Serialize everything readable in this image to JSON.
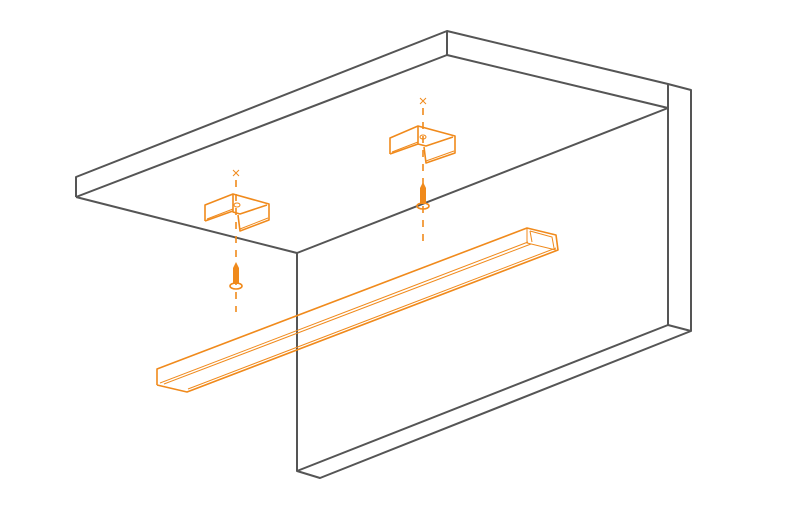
{
  "diagram": {
    "colors": {
      "cabinet": "#555555",
      "parts": "#f08a1c",
      "background": "#ffffff"
    },
    "parts": [
      "cabinet",
      "mounting-clip",
      "mounting-clip",
      "screw",
      "screw",
      "led-profile-rail"
    ]
  }
}
